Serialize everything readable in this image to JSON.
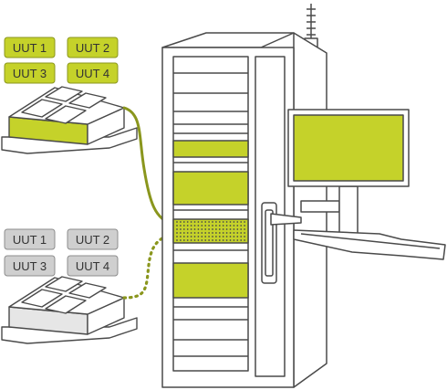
{
  "colors": {
    "accent": "#c5d22a",
    "accent_stroke": "#8a961d",
    "inactive": "#cfcfcf",
    "inactive_stroke": "#8c8c8c",
    "line": "#4a4a4a"
  },
  "fixtures": [
    {
      "state": "active",
      "units": [
        "UUT 1",
        "UUT 2",
        "UUT 3",
        "UUT 4"
      ],
      "connection": "solid"
    },
    {
      "state": "inactive",
      "units": [
        "UUT 1",
        "UUT 2",
        "UUT 3",
        "UUT 4"
      ],
      "connection": "dotted"
    }
  ],
  "rack": {
    "modules": [
      "highlighted-shelf",
      "highlighted-shelf",
      "interface-panel",
      "highlighted-shelf"
    ]
  },
  "workstation": {
    "monitor_screen": "highlighted"
  }
}
